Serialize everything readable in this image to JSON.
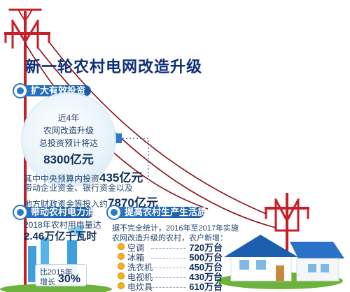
{
  "title": "新一轮农村电网改造升级",
  "section_investment": {
    "label": "扩大有效投资",
    "circle": {
      "line1": "近4年",
      "line2": "农网改造升级",
      "line3": "总投资预计将达",
      "amount": "8300亿元"
    },
    "detail": {
      "line1_prefix": "其中中央预算内投资",
      "line1_amount": "435亿元",
      "line2": "带动企业资金、银行资金以及",
      "line3_prefix": "地方财政资金等投入约",
      "line3_amount": "7870亿元"
    }
  },
  "section_consumption": {
    "label": "带动农村电力消费",
    "line1": "2018年农村用电量达",
    "amount": "2.46万亿千瓦时",
    "growth_prefix": "比2015年",
    "growth_suffix": "增长",
    "growth_value": "30%"
  },
  "section_quality": {
    "label": "提高农村生产生活质量",
    "intro1": "据不完全统计，2016年至2017年实施",
    "intro2": "农网改造升级的农村，农户新增：",
    "appliances": [
      {
        "name": "空调",
        "value": "720万台"
      },
      {
        "name": "冰箱",
        "value": "500万台"
      },
      {
        "name": "洗衣机",
        "value": "450万台"
      },
      {
        "name": "电视机",
        "value": "430万台"
      },
      {
        "name": "电炊具",
        "value": "610万台"
      }
    ]
  },
  "colors": {
    "tower": "#c61f2a",
    "title": "#0d2f7a",
    "accent_blue": "#2a78c8",
    "accent_green": "#6aa83a",
    "house_roof": "#1c5fb0"
  },
  "icons": [
    "power-tower-left-icon",
    "power-tower-right-icon",
    "house-icon",
    "bar-chart-icon",
    "grass-icon"
  ]
}
